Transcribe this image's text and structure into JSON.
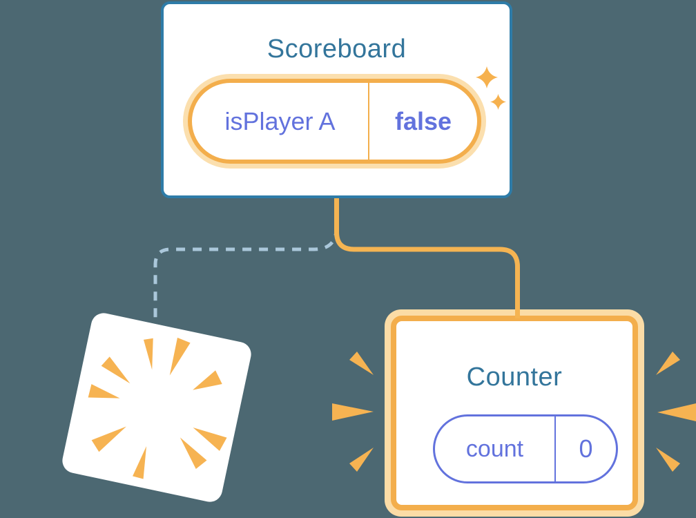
{
  "diagram": {
    "description": "React component tree diagram: Scoreboard parent with isPlayer A state false; old Counter destroyed (burst), new Counter created with count 0",
    "scoreboard": {
      "title": "Scoreboard",
      "state": {
        "label": "isPlayer A",
        "value": "false"
      }
    },
    "counter": {
      "title": "Counter",
      "state": {
        "label": "count",
        "value": "0"
      }
    }
  },
  "colors": {
    "background": "#4C6872",
    "card_background": "#FFFFFF",
    "scoreboard_border_blue": "#2E7CA8",
    "title_teal": "#33759B",
    "orange_border": "#F3AE4C",
    "orange_glow": "#FBDFAE",
    "orange_connector": "#F5B452",
    "orange_spark": "#F6B352",
    "purple_state": "#6272DD",
    "dashed_line_blue": "#AAC7DA"
  }
}
